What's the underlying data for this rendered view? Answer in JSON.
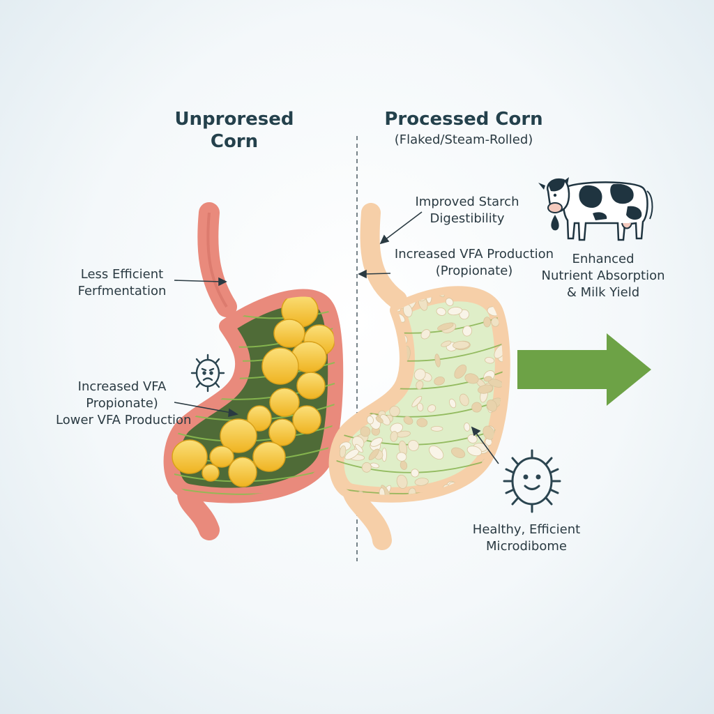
{
  "left_panel": {
    "title_line1": "Unproresed",
    "title_line2": "Corn",
    "annotation_fermentation_line1": "Less Efficient",
    "annotation_fermentation_line2": "Ferfmentation",
    "annotation_vfa_line1": "Increased VFA",
    "annotation_vfa_line2": "Propionate)",
    "annotation_vfa_line3": "Lower VFA Production",
    "microbe_icon": "sad-microbe-icon"
  },
  "right_panel": {
    "title_line1": "Processed Corn",
    "title_line2": "(Flaked/Steam-Rolled)",
    "annotation_starch_line1": "Improved Starch",
    "annotation_starch_line2": "Digestibility",
    "annotation_vfa_line1": "Increased VFA Production",
    "annotation_vfa_line2": "(Propionate)",
    "annotation_microbiome_line1": "Healthy, Efficient",
    "annotation_microbiome_line2": "Microdibome",
    "microbe_icon": "happy-microbe-icon"
  },
  "outcome": {
    "line1": "Enhanced",
    "line2": "Nutrient Absorption",
    "line3": "& Milk Yield",
    "icon": "cow-icon"
  },
  "colors": {
    "left_stomach": "#e98a7c",
    "left_stomach_inner": "#cf6b5f",
    "right_stomach": "#f6cfa8",
    "fiber_green": "#7fae4a",
    "corn_yellow": "#f6c93e",
    "flake_cream": "#f3ead6",
    "arrow_green": "#6da246",
    "text_dark": "#24414c"
  }
}
